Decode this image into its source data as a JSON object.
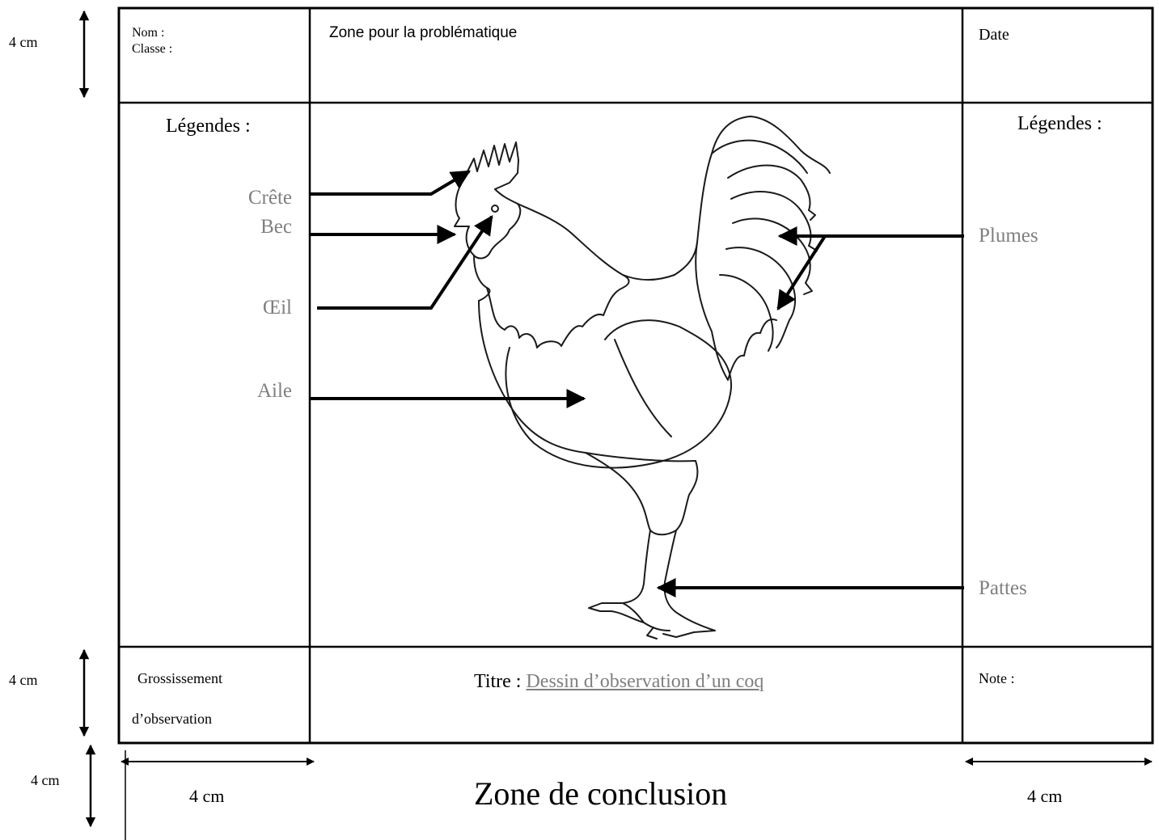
{
  "header": {
    "nom_label": "Nom :",
    "classe_label": "Classe :",
    "problematique_zone": "Zone pour la problématique",
    "date_label": "Date"
  },
  "left_panel": {
    "legendes_title": "Légendes :",
    "labels": [
      "Crête",
      "Bec",
      "Œil",
      "Aile"
    ]
  },
  "right_panel": {
    "legendes_title": "Légendes :",
    "labels": [
      "Plumes",
      "Pattes"
    ]
  },
  "footer": {
    "grossissement_line1": "Grossissement",
    "grossissement_line2": "d’observation",
    "titre_label": "Titre :",
    "titre_value": "Dessin d’observation d’un coq",
    "note_label": "Note :"
  },
  "dimensions": {
    "top_left": "4 cm",
    "bottom_row_left": "4 cm",
    "below_left": "4 cm",
    "bottom_left_width": "4 cm",
    "bottom_right_width": "4 cm"
  },
  "conclusion_zone": "Zone de conclusion"
}
